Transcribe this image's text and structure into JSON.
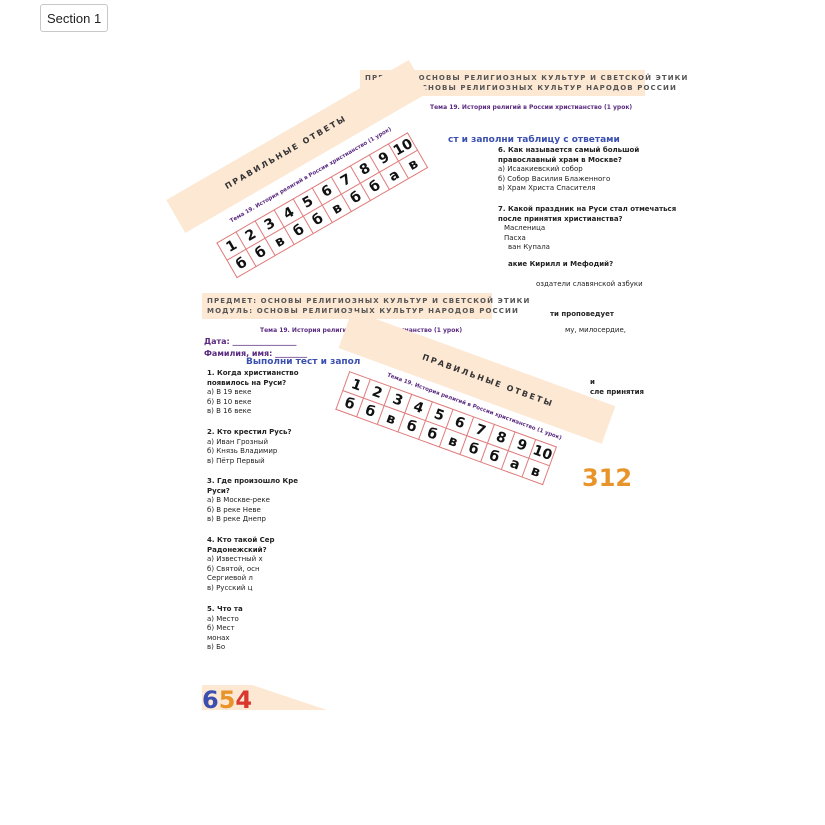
{
  "section_button": "Section 1",
  "back_sheet": {
    "subject": "ПРЕДМЕТ: ОСНОВЫ РЕЛИГИОЗНЫХ КУЛЬТУР И СВЕТСКОЙ ЭТИКИ",
    "module": "МОДУЛЬ: ОСНОВЫ РЕЛИГИОЗНЫХ КУЛЬТУР НАРОДОВ РОССИИ",
    "topic": "Тема 19. История религий в России христианство (1 урок)",
    "instruction_tail": "ст и заполни таблицу с ответами",
    "q6": {
      "text1": "6. Как называется самый большой",
      "text2": "православный храм в Москве?",
      "a": "а) Исаакиевский собор",
      "b": "б) Собор Василия Блаженного",
      "c": "в) Храм Христа Спасителя"
    },
    "q7": {
      "text1": "7. Какой праздник на Руси стал отмечаться",
      "text2": "после принятия христианства?",
      "a": "Масленица",
      "b": "Пасха",
      "c": "ван Купала"
    },
    "q8": {
      "text": "акие Кирилл и Мефодий?",
      "b": "оздатели славянской азбуки"
    },
    "q9": {
      "text": "ти проповедует",
      "a": "му, милосердие,"
    },
    "q10": {
      "text1": "и",
      "text2": "сле принятия"
    },
    "deco_digits": "312"
  },
  "front_sheet": {
    "subject": "ПРЕДМЕТ: ОСНОВЫ РЕЛИГИОЗНЫХ КУЛЬТУР И СВЕТСКОЙ ЭТИКИ",
    "module": "МОДУЛЬ: ОСНОВЫ РЕЛИГИОЗНЫХ КУЛЬТУР НАРОДОВ РОССИИ",
    "topic": "Тема 19. История религий в России христианство (1 урок)",
    "date_label": "Дата: ________________",
    "name_label": "Фамилия, имя: ________",
    "instruction": "Выполни тест и запол",
    "q1": {
      "t1": "1. Когда христианство",
      "t2": "появилось на Руси?",
      "a": "а) В 19 веке",
      "b": "б) В 10 веке",
      "c": "в) В 16 веке"
    },
    "q2": {
      "t1": "2. Кто крестил Русь?",
      "a": "а) Иван Грозный",
      "b": "б) Князь Владимир",
      "c": "в) Пётр Первый"
    },
    "q3": {
      "t1": "3. Где произошло Кре",
      "t2": "Руси?",
      "a": "а) В Москве-реке",
      "b": "б) В реке Неве",
      "c": "в) В реке Днепр"
    },
    "q4": {
      "t1": "4. Кто такой Сер",
      "t2": "Радонежский?",
      "a": "а) Известный х",
      "b": "б) Святой, осн",
      "c": "Сергиевой л",
      "d": "в) Русский ц"
    },
    "q5": {
      "t1": "5. Что та",
      "a": "а) Место",
      "b": "б) Мест",
      "c": "монах",
      "d": "в) Бо"
    },
    "deco_digits": [
      "6",
      "5",
      "4"
    ]
  },
  "answer_key": {
    "title": "ПРАВИЛЬНЫЕ ОТВЕТЫ",
    "topic": "Тема 19. История религий в России христианство (1 урок)",
    "numbers": [
      "1",
      "2",
      "3",
      "4",
      "5",
      "6",
      "7",
      "8",
      "9",
      "10"
    ],
    "answers": [
      "б",
      "б",
      "в",
      "б",
      "б",
      "в",
      "б",
      "б",
      "а",
      "в"
    ]
  },
  "colors": {
    "band": "#fde8d4",
    "grid_border": "#e07a7a",
    "topic": "#5a2a80",
    "instruction": "#3a4fb0"
  }
}
